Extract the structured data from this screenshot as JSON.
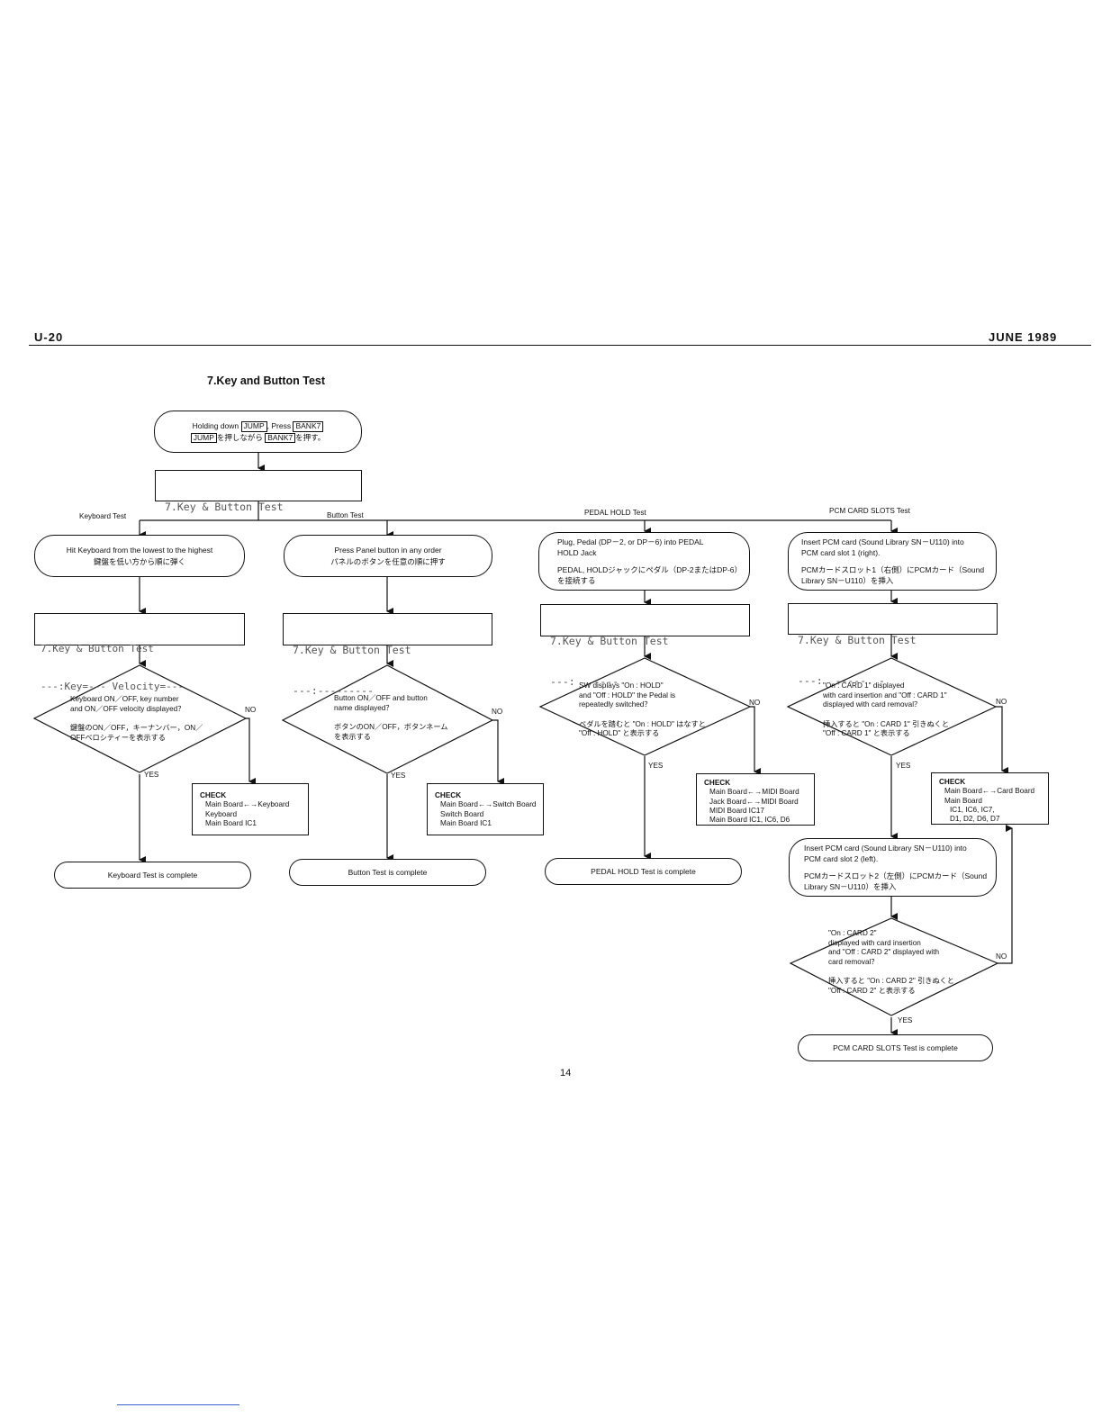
{
  "header": {
    "model": "U-20",
    "date": "JUNE 1989"
  },
  "title": "7.Key and Button Test",
  "start": {
    "en_parts": [
      "Holding down ",
      "JUMP",
      ", Press ",
      "BANK7"
    ],
    "ja_parts": [
      "JUMP",
      "を押しながら ",
      "BANK7",
      "を押す。"
    ]
  },
  "lcd_main": {
    "line1": "7.Key & Button Test",
    "line2": "---:---------"
  },
  "branches": {
    "keyboard": "Keyboard Test",
    "button": "Button Test",
    "pedal": "PEDAL HOLD Test",
    "pcm": "PCM CARD SLOTS Test"
  },
  "keyboard": {
    "action_en": "Hit Keyboard from the lowest to the highest",
    "action_ja": "鍵盤を低い方から順に弾く",
    "lcd1": "7.Key & Button Test",
    "lcd2": "---:Key=--- Velocity=---",
    "decision": "Keyboard ON／OFF, key number\nand ON／OFF velocity displayed？\n\n鍵盤のON／OFF，キーナンバー，ON／\nOFFベロシティーを表示する",
    "yes": "YES",
    "no": "NO",
    "check_title": "CHECK",
    "check_lines": [
      "Main Board←→Keyboard",
      "Keyboard",
      "Main Board IC1"
    ],
    "complete": "Keyboard Test is complete"
  },
  "button": {
    "action_en": "Press Panel button in any order",
    "action_ja": "パネルのボタンを任意の順に押す",
    "lcd1": "7.Key & Button Test",
    "lcd2": "---:---------",
    "decision": "Button ON／OFF and button\nname displayed？\n\nボタンのON／OFF，ボタンネーム\nを表示する",
    "yes": "YES",
    "no": "NO",
    "check_title": "CHECK",
    "check_lines": [
      "Main Board←→Switch Board",
      "Switch Board",
      "Main Board IC1"
    ],
    "complete": "Button Test is complete"
  },
  "pedal": {
    "action_en": "Plug, Pedal (DP－2, or DP－6) into PEDAL\nHOLD Jack",
    "action_ja": "PEDAL, HOLDジャックにペダル（DP-2またはDP-6）\nを接続する",
    "lcd1": "7.Key & Button Test",
    "lcd2": "---:   ----",
    "decision": "SW displays \"On : HOLD\"\nand \"Off : HOLD\" the Pedal is\nrepeatedly switched？\n\nペダルを踏むと \"On : HOLD\" はなすと\n\"Off : HOLD\" と表示する",
    "yes": "YES",
    "no": "NO",
    "check_title": "CHECK",
    "check_lines": [
      "Main Board←→MIDI Board",
      "Jack Board←→MIDI Board",
      "MIDI Board IC17",
      "Main Board IC1, IC6, D6"
    ],
    "complete": "PEDAL HOLD Test is complete"
  },
  "pcm": {
    "action1_en": "Insert PCM card (Sound Library SN－U110) into\nPCM card slot 1 (right).",
    "action1_ja": "PCMカードスロット1（右側）にPCMカード（Sound\nLibrary SN－U110）を挿入",
    "lcd1": "7.Key & Button Test",
    "lcd2": "---:  -----  -",
    "decision1": "\"On : CARD 1\" displayed\nwith card insertion and \"Off : CARD 1\"\ndisplayed with card removal？\n\n挿入すると \"On : CARD 1\" 引きぬくと\n\"Off : CARD 1\" と表示する",
    "yes1": "YES",
    "no1": "NO",
    "check_title": "CHECK",
    "check_lines": [
      "Main Board←→Card Board",
      "Main Board",
      "IC1, IC6, IC7,",
      "D1, D2, D6, D7"
    ],
    "action2_en": "Insert PCM card (Sound Library SN－U110) into\nPCM card slot 2 (left).",
    "action2_ja": "PCMカードスロット2（左側）にPCMカード（Sound\nLibrary SN－U110）を挿入",
    "decision2": "\"On : CARD 2\"\ndisplayed with card insertion\nand \"Off : CARD 2\" displayed with\ncard removal？\n\n挿入すると \"On : CARD 2\" 引きぬくと\n\"Off : CARD 2\" と表示する",
    "yes2": "YES",
    "no2": "NO",
    "complete": "PCM CARD SLOTS Test is complete"
  },
  "page_number": "14"
}
